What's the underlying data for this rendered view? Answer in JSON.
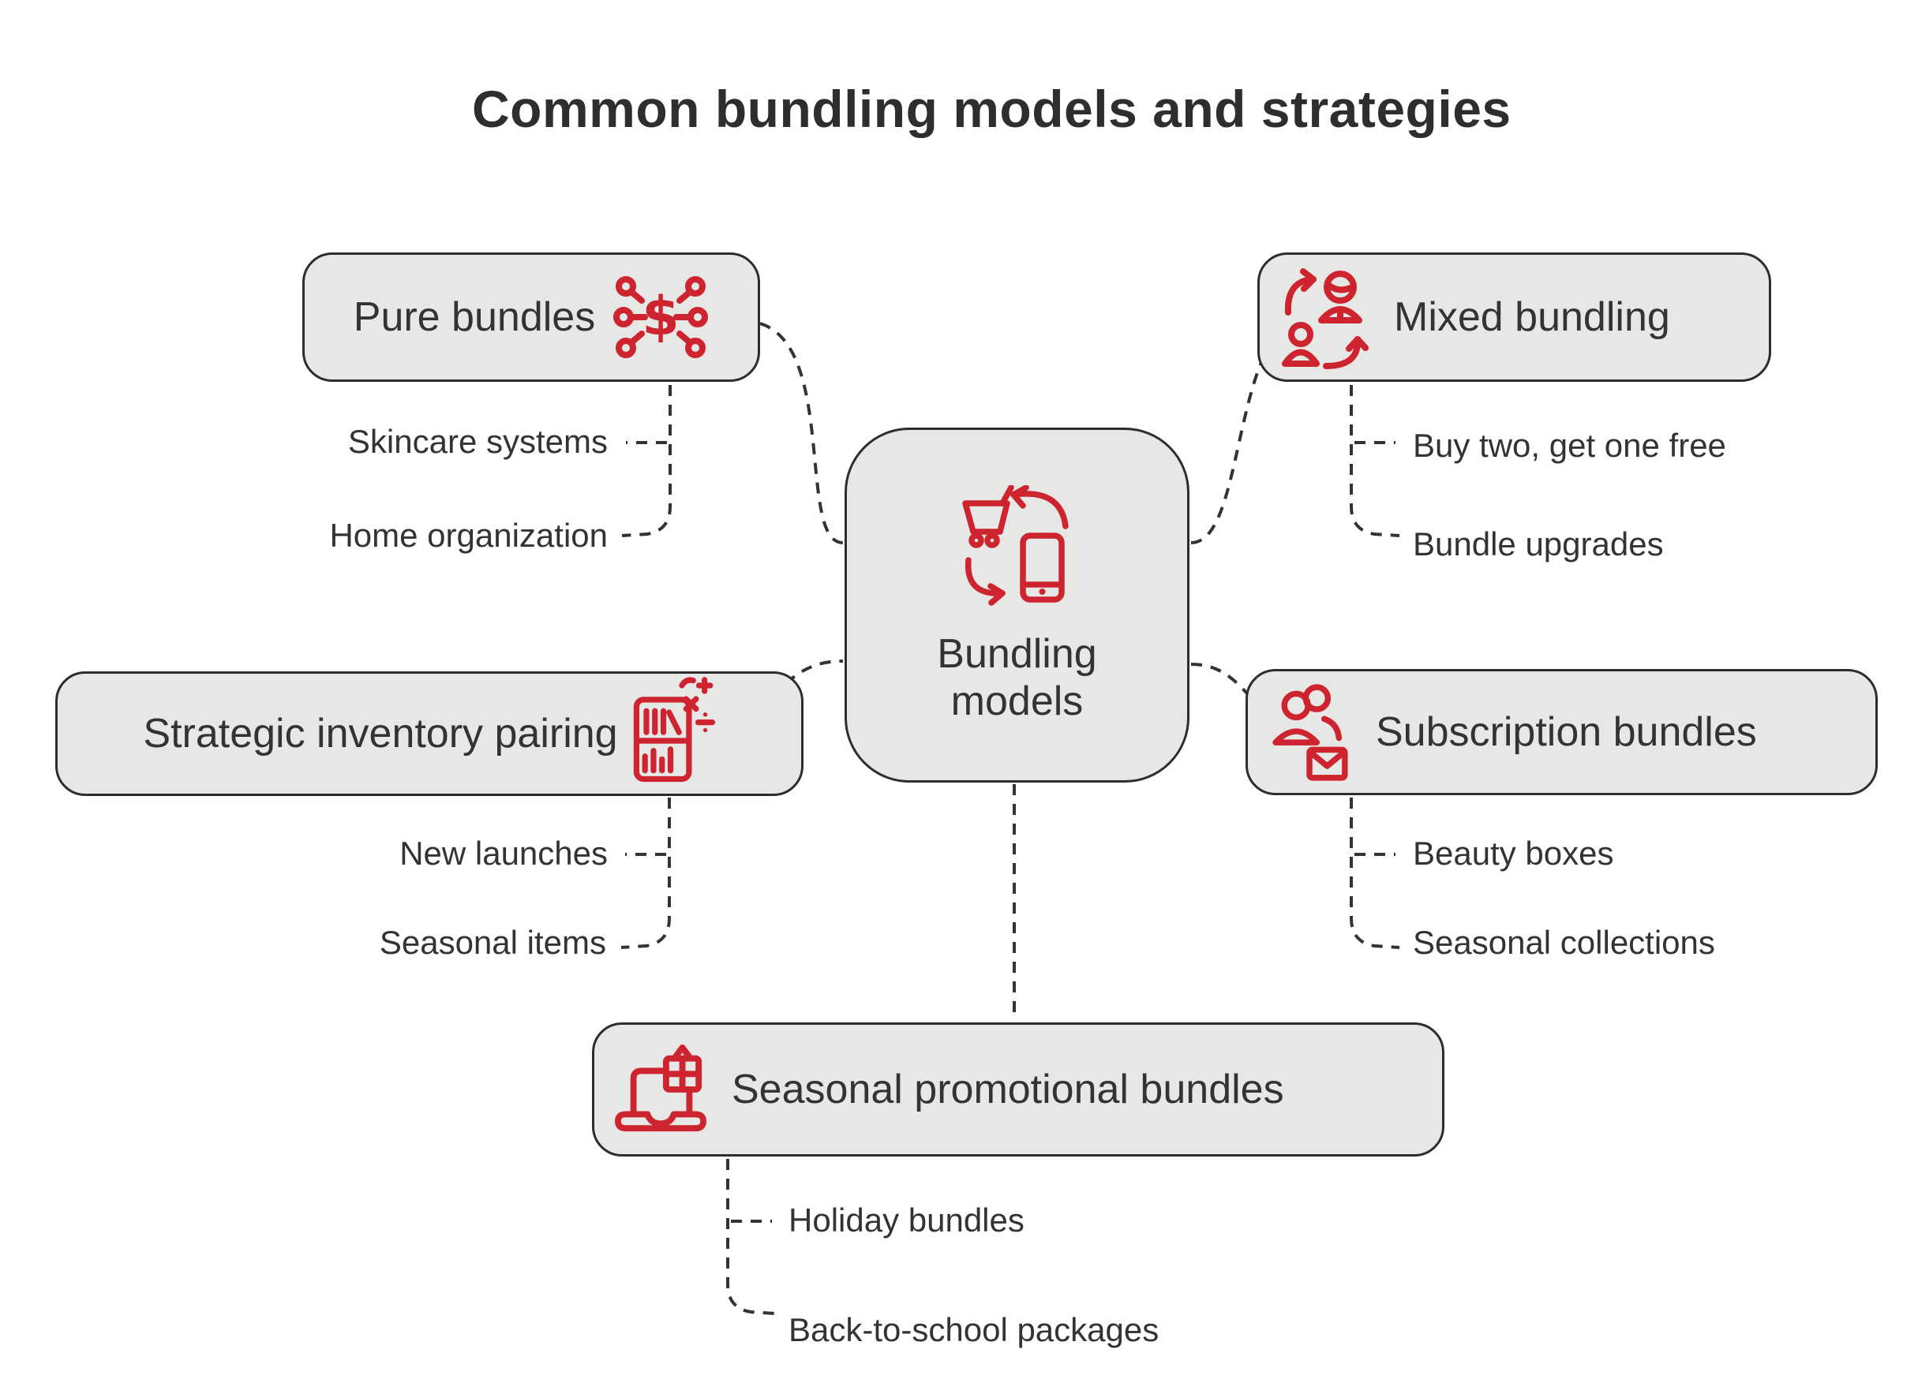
{
  "title": "Common bundling models and strategies",
  "center": {
    "label": "Bundling models",
    "icon": "cart-phone-sync-icon"
  },
  "nodes": [
    {
      "label": "Pure bundles",
      "icon": "dollar-network-icon",
      "children": [
        "Skincare systems",
        "Home organization"
      ]
    },
    {
      "label": "Mixed bundling",
      "icon": "customer-swap-icon",
      "children": [
        "Buy two, get one free",
        "Bundle upgrades"
      ]
    },
    {
      "label": "Strategic inventory pairing",
      "icon": "inventory-math-icon",
      "children": [
        "New launches",
        "Seasonal items"
      ]
    },
    {
      "label": "Subscription bundles",
      "icon": "members-mail-icon",
      "children": [
        "Beauty boxes",
        "Seasonal collections"
      ]
    },
    {
      "label": "Seasonal promotional bundles",
      "icon": "laptop-gift-icon",
      "children": [
        "Holiday bundles",
        "Back-to-school packages"
      ]
    }
  ],
  "colors": {
    "accent_red": "#cd2430",
    "node_fill": "#e7e7e6",
    "node_border": "#2d2d2d",
    "text": "#333333",
    "connector": "#333333",
    "background": "#ffffff"
  }
}
